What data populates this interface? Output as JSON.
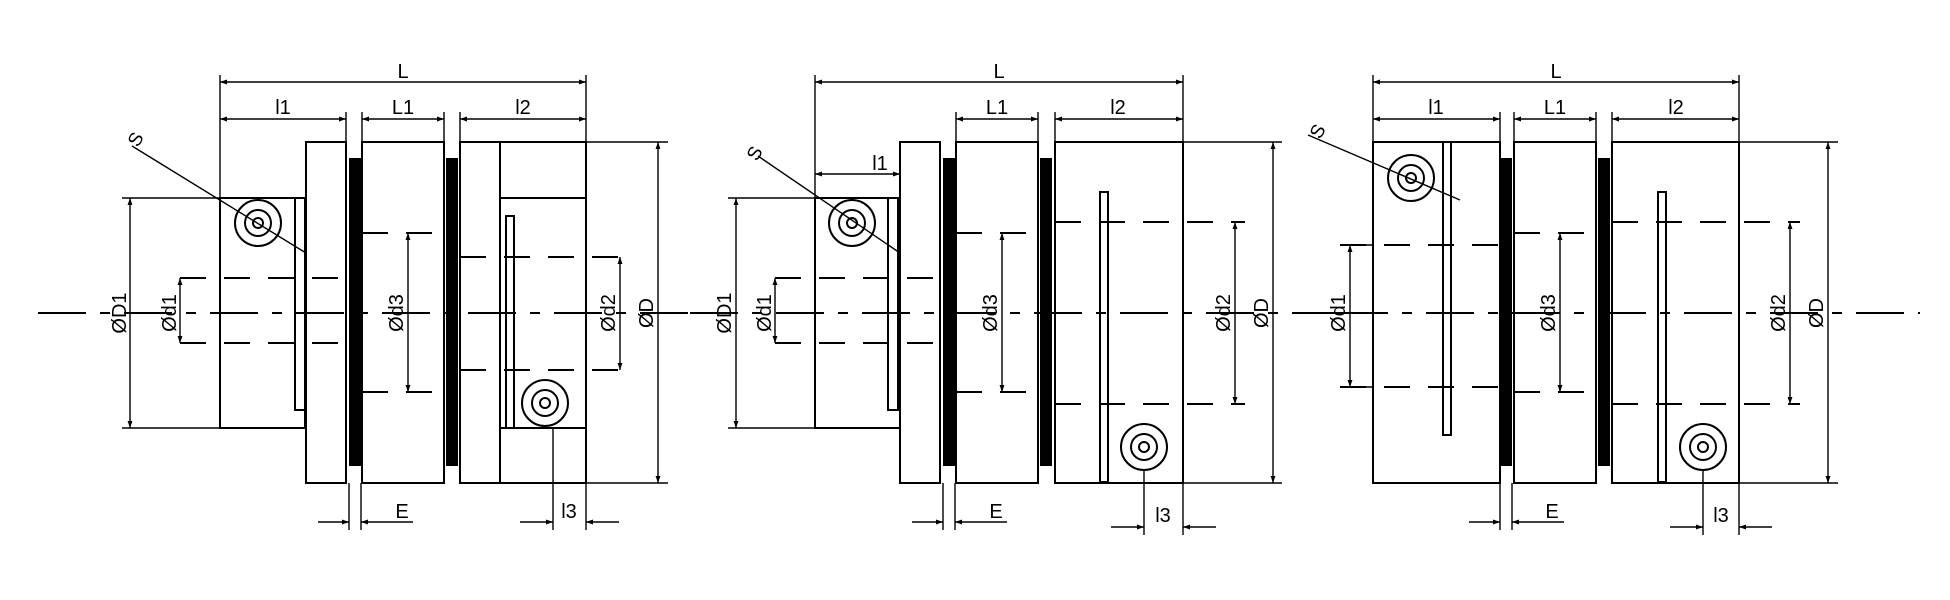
{
  "views": [
    {
      "name": "double-clamp-type-1",
      "labels": {
        "L": "L",
        "l1": "l1",
        "L1": "L1",
        "l2": "l2",
        "E": "E",
        "l3": "l3",
        "S": "S",
        "D1": "ØD1",
        "d1": "Ød1",
        "d3": "Ød3",
        "d2": "Ød2",
        "D": "ØD"
      }
    },
    {
      "name": "double-clamp-type-2",
      "labels": {
        "L": "L",
        "l1": "l1",
        "L1": "L1",
        "l2": "l2",
        "E": "E",
        "l3": "l3",
        "S": "S",
        "D1": "ØD1",
        "d1": "Ød1",
        "d3": "Ød3",
        "d2": "Ød2",
        "D": "ØD"
      }
    },
    {
      "name": "double-clamp-type-3",
      "labels": {
        "L": "L",
        "l1": "l1",
        "L1": "L1",
        "l2": "l2",
        "E": "E",
        "l3": "l3",
        "S": "S",
        "d1": "Ød1",
        "d3": "Ød3",
        "d2": "Ød2",
        "D": "ØD"
      }
    }
  ]
}
